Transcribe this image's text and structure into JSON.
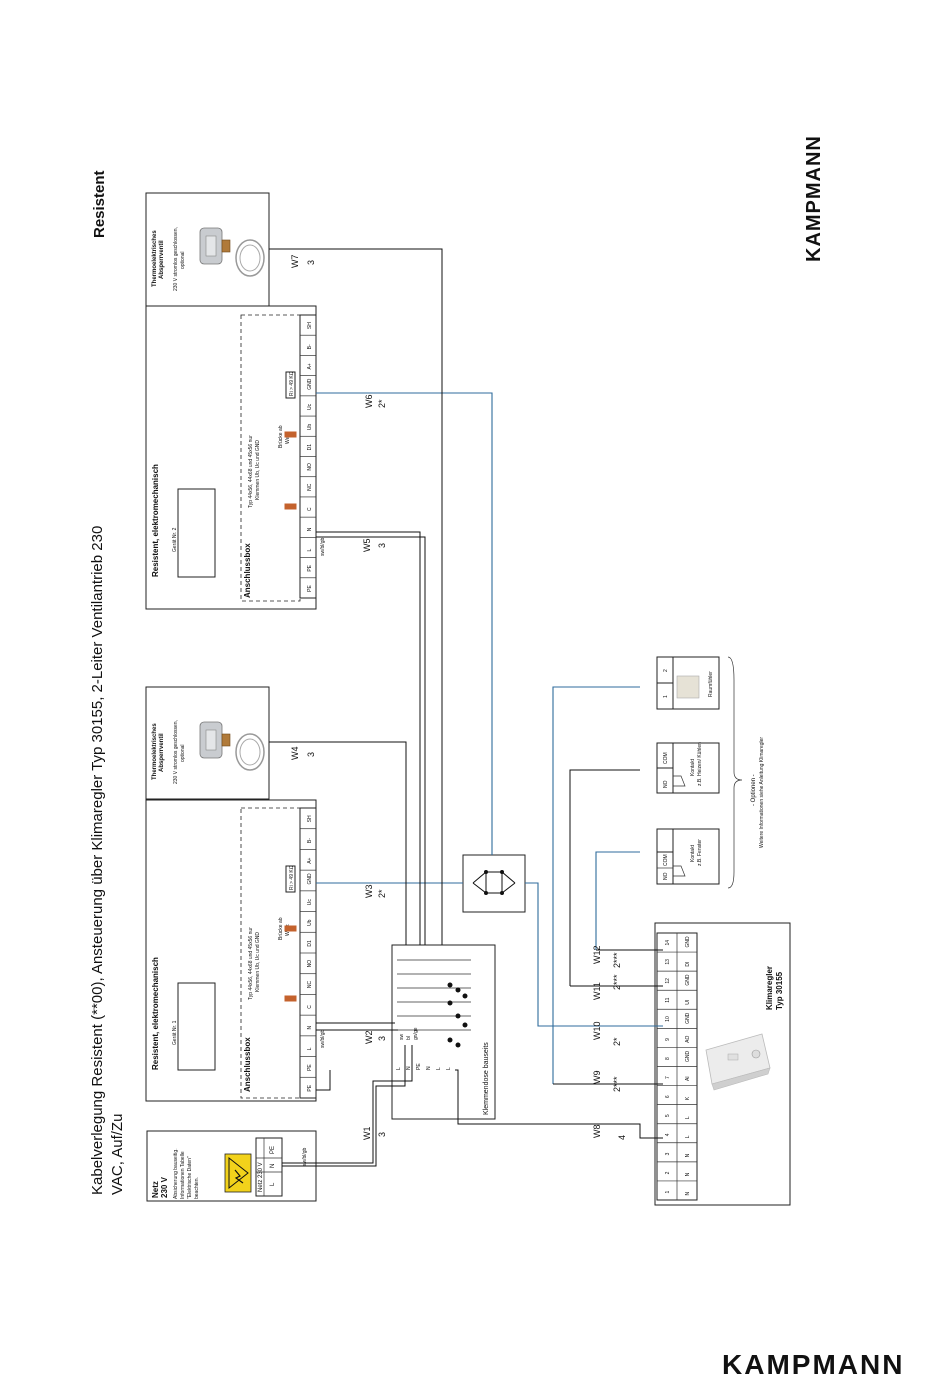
{
  "header": {
    "title_line1": "Kabelverlegung Resistent (**00), Ansteuerung über Klimaregler Typ 30155, 2-Leiter Ventilantrieb 230",
    "title_line2": "VAC, Auf/Zu",
    "product": "Resistent",
    "brand_top": "KAMPMANN",
    "brand_bottom": "KAMPMANN"
  },
  "netz": {
    "title": "Netz",
    "voltage": "230 V",
    "note": [
      "Absicherung bauseitig.",
      "Informationen Tabelle",
      "\"Elektrische Daten\"",
      "beachten."
    ],
    "terminal_label": "Netz 230 V",
    "terminals": [
      "L",
      "N",
      "PE"
    ],
    "wire_colors": "sw/bl/gb"
  },
  "units": [
    {
      "title": "Resistent, elektromechanisch",
      "device": "Gerät Nr. 1",
      "box": "Anschlussbox",
      "type_note": [
        "Typ 44x56, 44x68 und 45x56 nur",
        "Klemmen Ub, Uc und GND"
      ],
      "bridge_note": [
        "Brücke ab",
        "Werk"
      ],
      "resistor": "Ri > 49 KΩ",
      "terminals": [
        "PE",
        "PE",
        "L",
        "N",
        "C",
        "NC",
        "NO",
        "D1",
        "Ub",
        "Uc",
        "GND",
        "A+",
        "B-",
        "SH"
      ],
      "wire_colors": "sw/bl/gb"
    },
    {
      "title": "Resistent, elektromechanisch",
      "device": "Gerät Nr. 2",
      "box": "Anschlussbox",
      "type_note": [
        "Typ 44x56, 44x68 und 45x56 nur",
        "Klemmen Ub, Uc und GND"
      ],
      "bridge_note": [
        "Brücke ab",
        "Werk"
      ],
      "resistor": "Ri > 49 KΩ",
      "terminals": [
        "PE",
        "PE",
        "L",
        "N",
        "C",
        "NC",
        "NO",
        "D1",
        "Ub",
        "Uc",
        "GND",
        "A+",
        "B-",
        "SH"
      ],
      "wire_colors": "sw/bl/gb"
    }
  ],
  "valves": [
    {
      "title": "Thermoelektrisches",
      "subtitle": "Absperrventil",
      "note": [
        "230 V stromlos geschlossen,",
        "optional"
      ]
    },
    {
      "title": "Thermoelektrisches",
      "subtitle": "Absperrventil",
      "note": [
        "230 V stromlos geschlossen,",
        "optional"
      ]
    }
  ],
  "klemmendose": {
    "label": "Klemmendose bauseits",
    "rows": [
      "L",
      "N",
      "PE",
      "N",
      "L",
      "L"
    ],
    "colors": [
      "sw",
      "bl",
      "gn/ge"
    ]
  },
  "controller": {
    "title": "Klimaregler",
    "type": "Typ 30155",
    "terminal_numbers": [
      "1",
      "2",
      "3",
      "4",
      "5",
      "6",
      "7",
      "8",
      "9",
      "10",
      "11",
      "12",
      "13",
      "14"
    ],
    "terminal_names": [
      "N",
      "N",
      "N",
      "L",
      "L",
      "K",
      "AI",
      "GND",
      "AO",
      "GND",
      "UI",
      "GND",
      "DI",
      "GND"
    ]
  },
  "options": {
    "label": "- Optionen -",
    "note": "Weitere Informationen siehe Anleitung Klimaregler",
    "items": [
      {
        "terminals": [
          "NO",
          "COM"
        ],
        "label": [
          "Kontakt",
          "z.B. Fenster"
        ]
      },
      {
        "terminals": [
          "NO",
          "COM"
        ],
        "label": [
          "Kontakt",
          "z.B. Heizen/ Kühlen"
        ]
      },
      {
        "terminals": [
          "1",
          "2"
        ],
        "label": [
          "Raumfühler"
        ]
      }
    ]
  },
  "wires": [
    {
      "id": "W1",
      "count": "3"
    },
    {
      "id": "W2",
      "count": "3"
    },
    {
      "id": "W3",
      "count": "2*"
    },
    {
      "id": "W4",
      "count": "3"
    },
    {
      "id": "W5",
      "count": "3"
    },
    {
      "id": "W6",
      "count": "2*"
    },
    {
      "id": "W7",
      "count": "3"
    },
    {
      "id": "W8",
      "count": "4"
    },
    {
      "id": "W9",
      "count": "2***"
    },
    {
      "id": "W10",
      "count": "2*"
    },
    {
      "id": "W11",
      "count": "2***"
    },
    {
      "id": "W12",
      "count": "2***"
    }
  ]
}
